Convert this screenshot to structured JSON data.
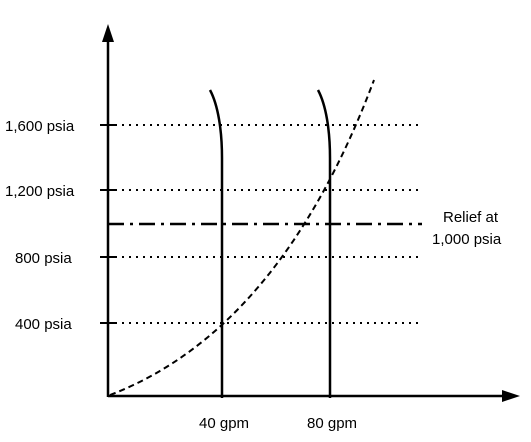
{
  "y_ticks": [
    {
      "label": "1,600 psia",
      "value": 1600
    },
    {
      "label": "1,200 psia",
      "value": 1200
    },
    {
      "label": "800 psia",
      "value": 800
    },
    {
      "label": "400 psia",
      "value": 400
    }
  ],
  "x_ticks": [
    {
      "label": "40 gpm",
      "value": 40
    },
    {
      "label": "80 gpm",
      "value": 80
    }
  ],
  "relief": {
    "value": 1000,
    "label_line1": "Relief at",
    "label_line2": "1,000 psia"
  },
  "colors": {
    "ink": "#000000",
    "background": "#ffffff"
  }
}
